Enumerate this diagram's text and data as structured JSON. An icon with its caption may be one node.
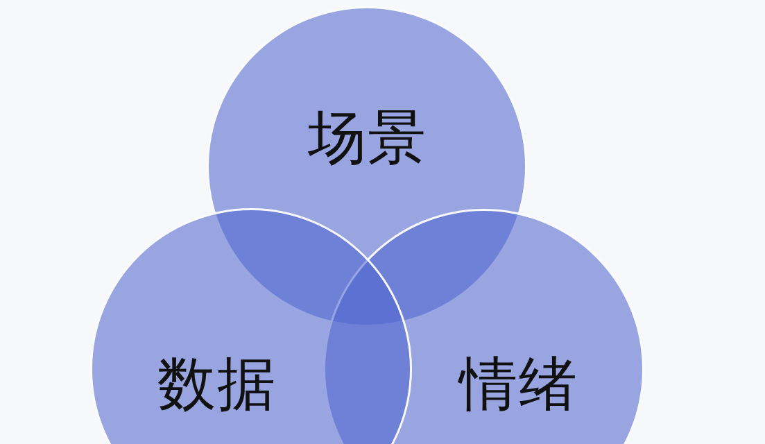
{
  "diagram": {
    "nodes": [
      {
        "text": [
          "场景"
        ]
      },
      {
        "text": [
          "数据"
        ]
      },
      {
        "text": [
          "情绪"
        ]
      }
    ],
    "edges": []
  }
}
